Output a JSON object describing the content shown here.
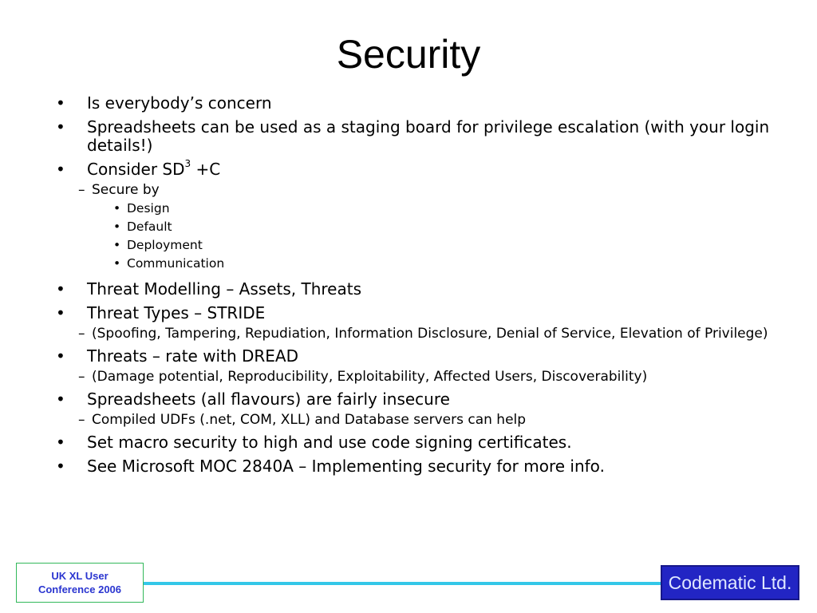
{
  "slide": {
    "title": "Security",
    "bullets": {
      "concern": "Is everybody’s concern",
      "staging": "Spreadsheets can be used as a staging board for privilege escalation (with your login details!)",
      "consider_prefix": "Consider SD",
      "consider_sup": "3",
      "consider_suffix": " +C",
      "secure_by": "Secure by",
      "secure_items": [
        "Design",
        "Default",
        "Deployment",
        "Communication"
      ],
      "threat_modelling": "Threat Modelling – Assets, Threats",
      "threat_types": "Threat Types – STRIDE",
      "stride_detail": "(Spoofing, Tampering, Repudiation, Information Disclosure, Denial of Service, Elevation of Privilege)",
      "dread": "Threats – rate with DREAD",
      "dread_detail": "(Damage potential, Reproducibility, Exploitability, Affected Users, Discoverability)",
      "insecure": "Spreadsheets (all flavours) are fairly insecure",
      "insecure_detail": "Compiled UDFs (.net, COM, XLL) and Database servers can help",
      "macro": "Set macro security to high and use code signing certificates.",
      "moc": "See Microsoft MOC 2840A – Implementing security for more info."
    },
    "markers": {
      "bullet": "•",
      "dash": "–"
    }
  },
  "footer": {
    "conference_line1": "UK XL User",
    "conference_line2": "Conference 2006",
    "brand": "Codematic Ltd.",
    "colors": {
      "conference_text": "#2a35d0",
      "conference_border": "#32b85a",
      "line": "#33c7e8",
      "brand_bg": "#2225c4",
      "brand_text": "#dfe7ff"
    }
  }
}
